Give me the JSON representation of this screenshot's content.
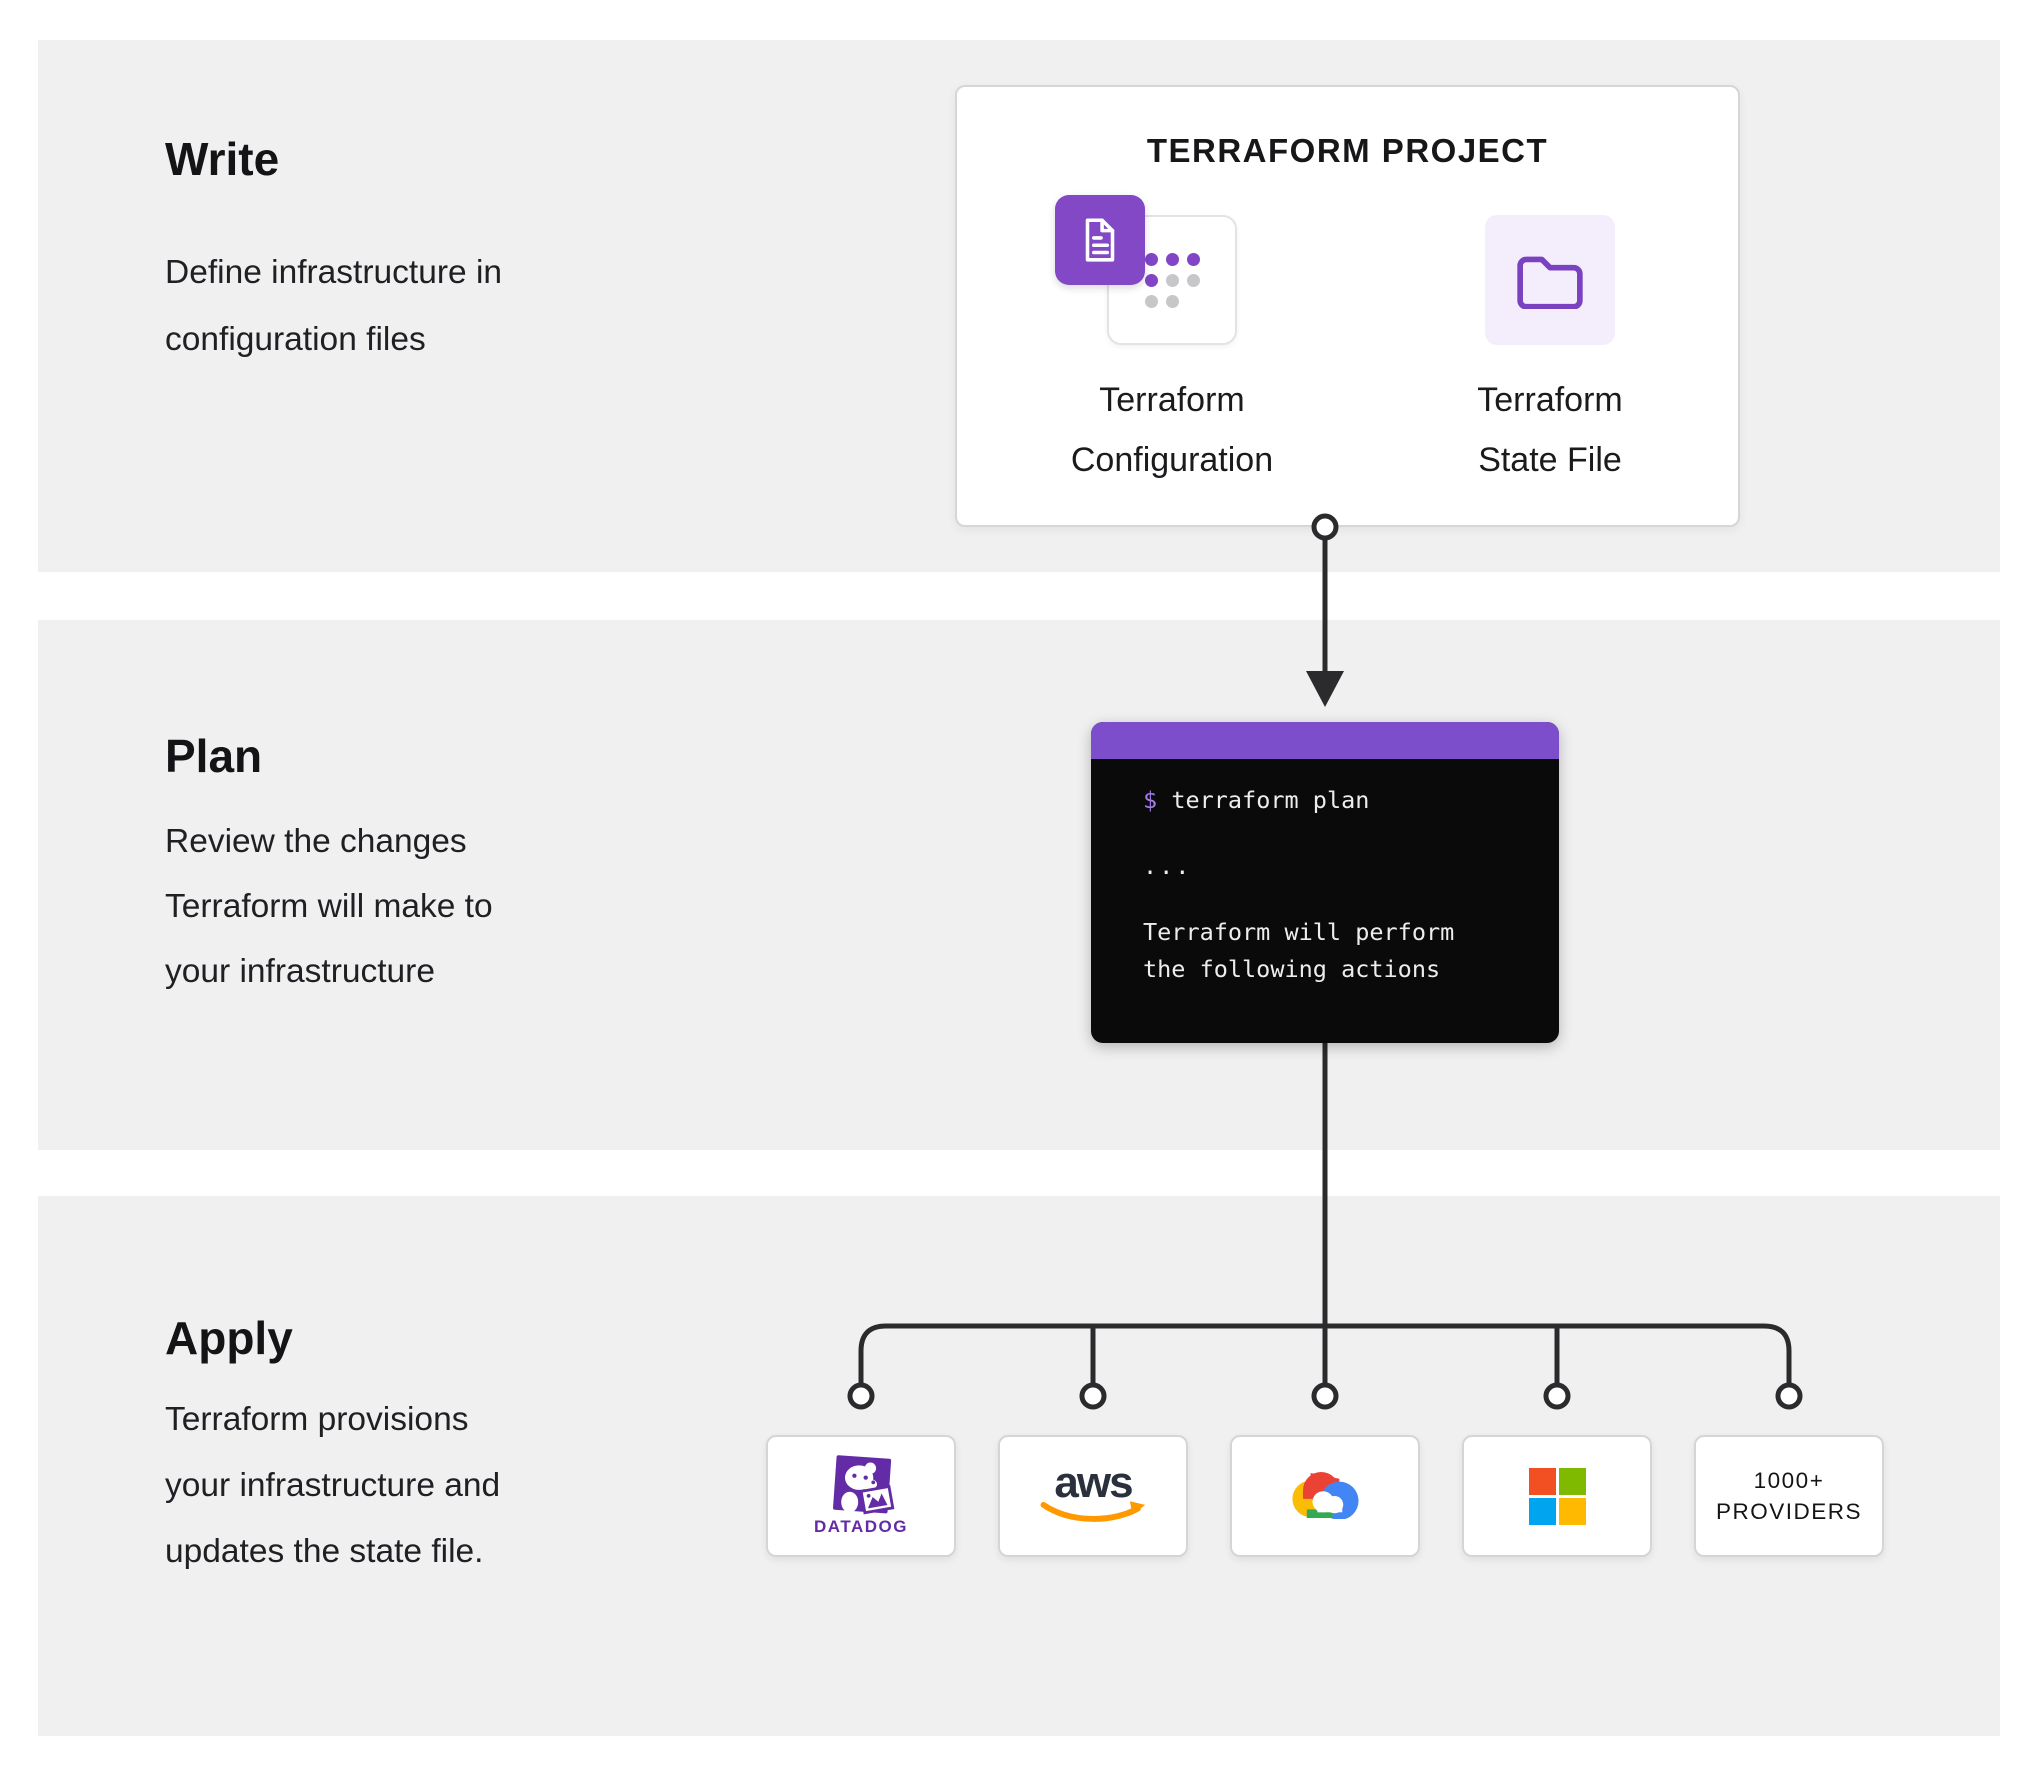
{
  "sections": {
    "write": {
      "title": "Write",
      "lines": [
        "Define infrastructure in",
        "configuration files"
      ]
    },
    "plan": {
      "title": "Plan",
      "lines": [
        "Review the changes",
        "Terraform will make to",
        "your infrastructure"
      ]
    },
    "apply": {
      "title": "Apply",
      "lines": [
        "Terraform provisions",
        "your infrastructure and",
        "updates the state file."
      ]
    }
  },
  "project_card": {
    "title": "TERRAFORM PROJECT",
    "configuration": {
      "label_line1": "Terraform",
      "label_line2": "Configuration",
      "icon": "document-icon",
      "badge_icon": "dots-grid-icon"
    },
    "state_file": {
      "label_line1": "Terraform",
      "label_line2": "State File",
      "icon": "folder-icon"
    }
  },
  "terminal": {
    "prompt": "$",
    "command": "terraform plan",
    "ellipsis": "...",
    "output_line1": "Terraform will perform",
    "output_line2": "the following actions"
  },
  "providers": {
    "datadog": {
      "label": "DATADOG",
      "icon": "datadog-logo"
    },
    "aws": {
      "wordmark": "aws",
      "icon": "aws-smile-arrow-icon"
    },
    "google_cloud": {
      "icon": "google-cloud-logo"
    },
    "microsoft": {
      "icon": "microsoft-logo"
    },
    "more": {
      "label_line1": "1000+",
      "label_line2": "PROVIDERS"
    }
  },
  "colors": {
    "section_background": "#f0f0f1",
    "terraform_purple": "#8348c6",
    "terminal_header_purple": "#7d4ecb",
    "terminal_background": "#0a0a0b",
    "terminal_prompt": "#a27be4",
    "connector_line": "#2b2b2e",
    "folder_tile_background": "#f4eefc",
    "folder_stroke": "#7a42c1",
    "datadog_purple": "#632ca6",
    "aws_dark": "#2b313c",
    "aws_orange": "#ff9900",
    "microsoft_red": "#f25022",
    "microsoft_green": "#7fba00",
    "microsoft_blue": "#00a4ef",
    "microsoft_yellow": "#ffb900",
    "gcp_red": "#ea4335",
    "gcp_yellow": "#fbbc05",
    "gcp_green": "#34a853",
    "gcp_blue": "#4285f4"
  }
}
